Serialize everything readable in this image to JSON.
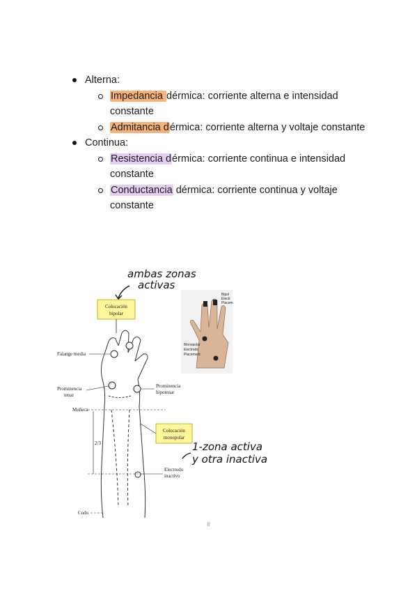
{
  "notes": {
    "alterna": {
      "label": "Alterna:",
      "items": [
        {
          "highlight": "Impedancia ",
          "text": "dérmica: corriente alterna e intensidad constante"
        },
        {
          "highlight": "Admitancia d",
          "text": "érmica: corriente alterna y voltaje constante"
        }
      ]
    },
    "continua": {
      "label": "Continua:",
      "items": [
        {
          "highlight": "Resistencia d",
          "text": "érmica: corriente continua e intensidad constante"
        },
        {
          "highlight": "Conductancia",
          "text": " dérmica: corriente continua y voltaje constante"
        }
      ]
    }
  },
  "figure": {
    "handwritten_top": [
      "ambas zonas",
      "activas"
    ],
    "handwritten_right": [
      "1-zona activa",
      "y otra inactiva"
    ],
    "box_bipolar": [
      "Colocación",
      "bipolar"
    ],
    "box_monopolar": [
      "Colocación",
      "monopolar"
    ],
    "labels": {
      "falange": "Falange media",
      "tenar": [
        "Prominencia",
        "tenar"
      ],
      "hipotenar": [
        "Prominencia",
        "hipotenar"
      ],
      "muneca": "Muñeca",
      "fraction": "2/3",
      "electrodo": [
        "Electrodo",
        "inactivo"
      ],
      "codo": "Codo"
    },
    "photo_labels": {
      "bipolar": [
        "Bipol",
        "Electr",
        "Placem"
      ],
      "monopolar": [
        "Monopolar",
        "Electrode",
        "Placement"
      ]
    }
  },
  "page_number": "8",
  "colors": {
    "highlight_orange": "#f7b27a",
    "highlight_purple": "#e4cdf2",
    "note_box": "#fdf69a"
  }
}
